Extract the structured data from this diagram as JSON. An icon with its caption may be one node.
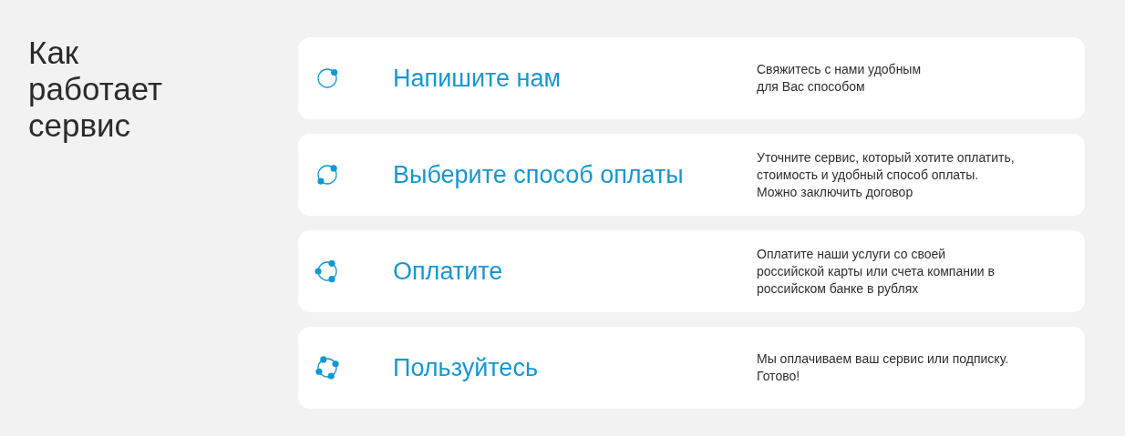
{
  "diagram": {
    "title": "Как работает сервис",
    "nodes": [
      {
        "text": [
          "Напишите нам",
          "Свяжитесь с нами удобным для Вас способом"
        ]
      },
      {
        "text": [
          "Выберите способ оплаты",
          "Уточните сервис, который хотите оплатить, стоимость и удобный способ оплаты. Можно заключить договор"
        ]
      },
      {
        "text": [
          "Оплатите",
          "Оплатите наши услуги со своей российской карты или счета компании в российском банке в рублях"
        ]
      },
      {
        "text": [
          "Пользуйтесь",
          "Мы оплачиваем ваш сервис или подписку. Готово!"
        ]
      }
    ]
  }
}
